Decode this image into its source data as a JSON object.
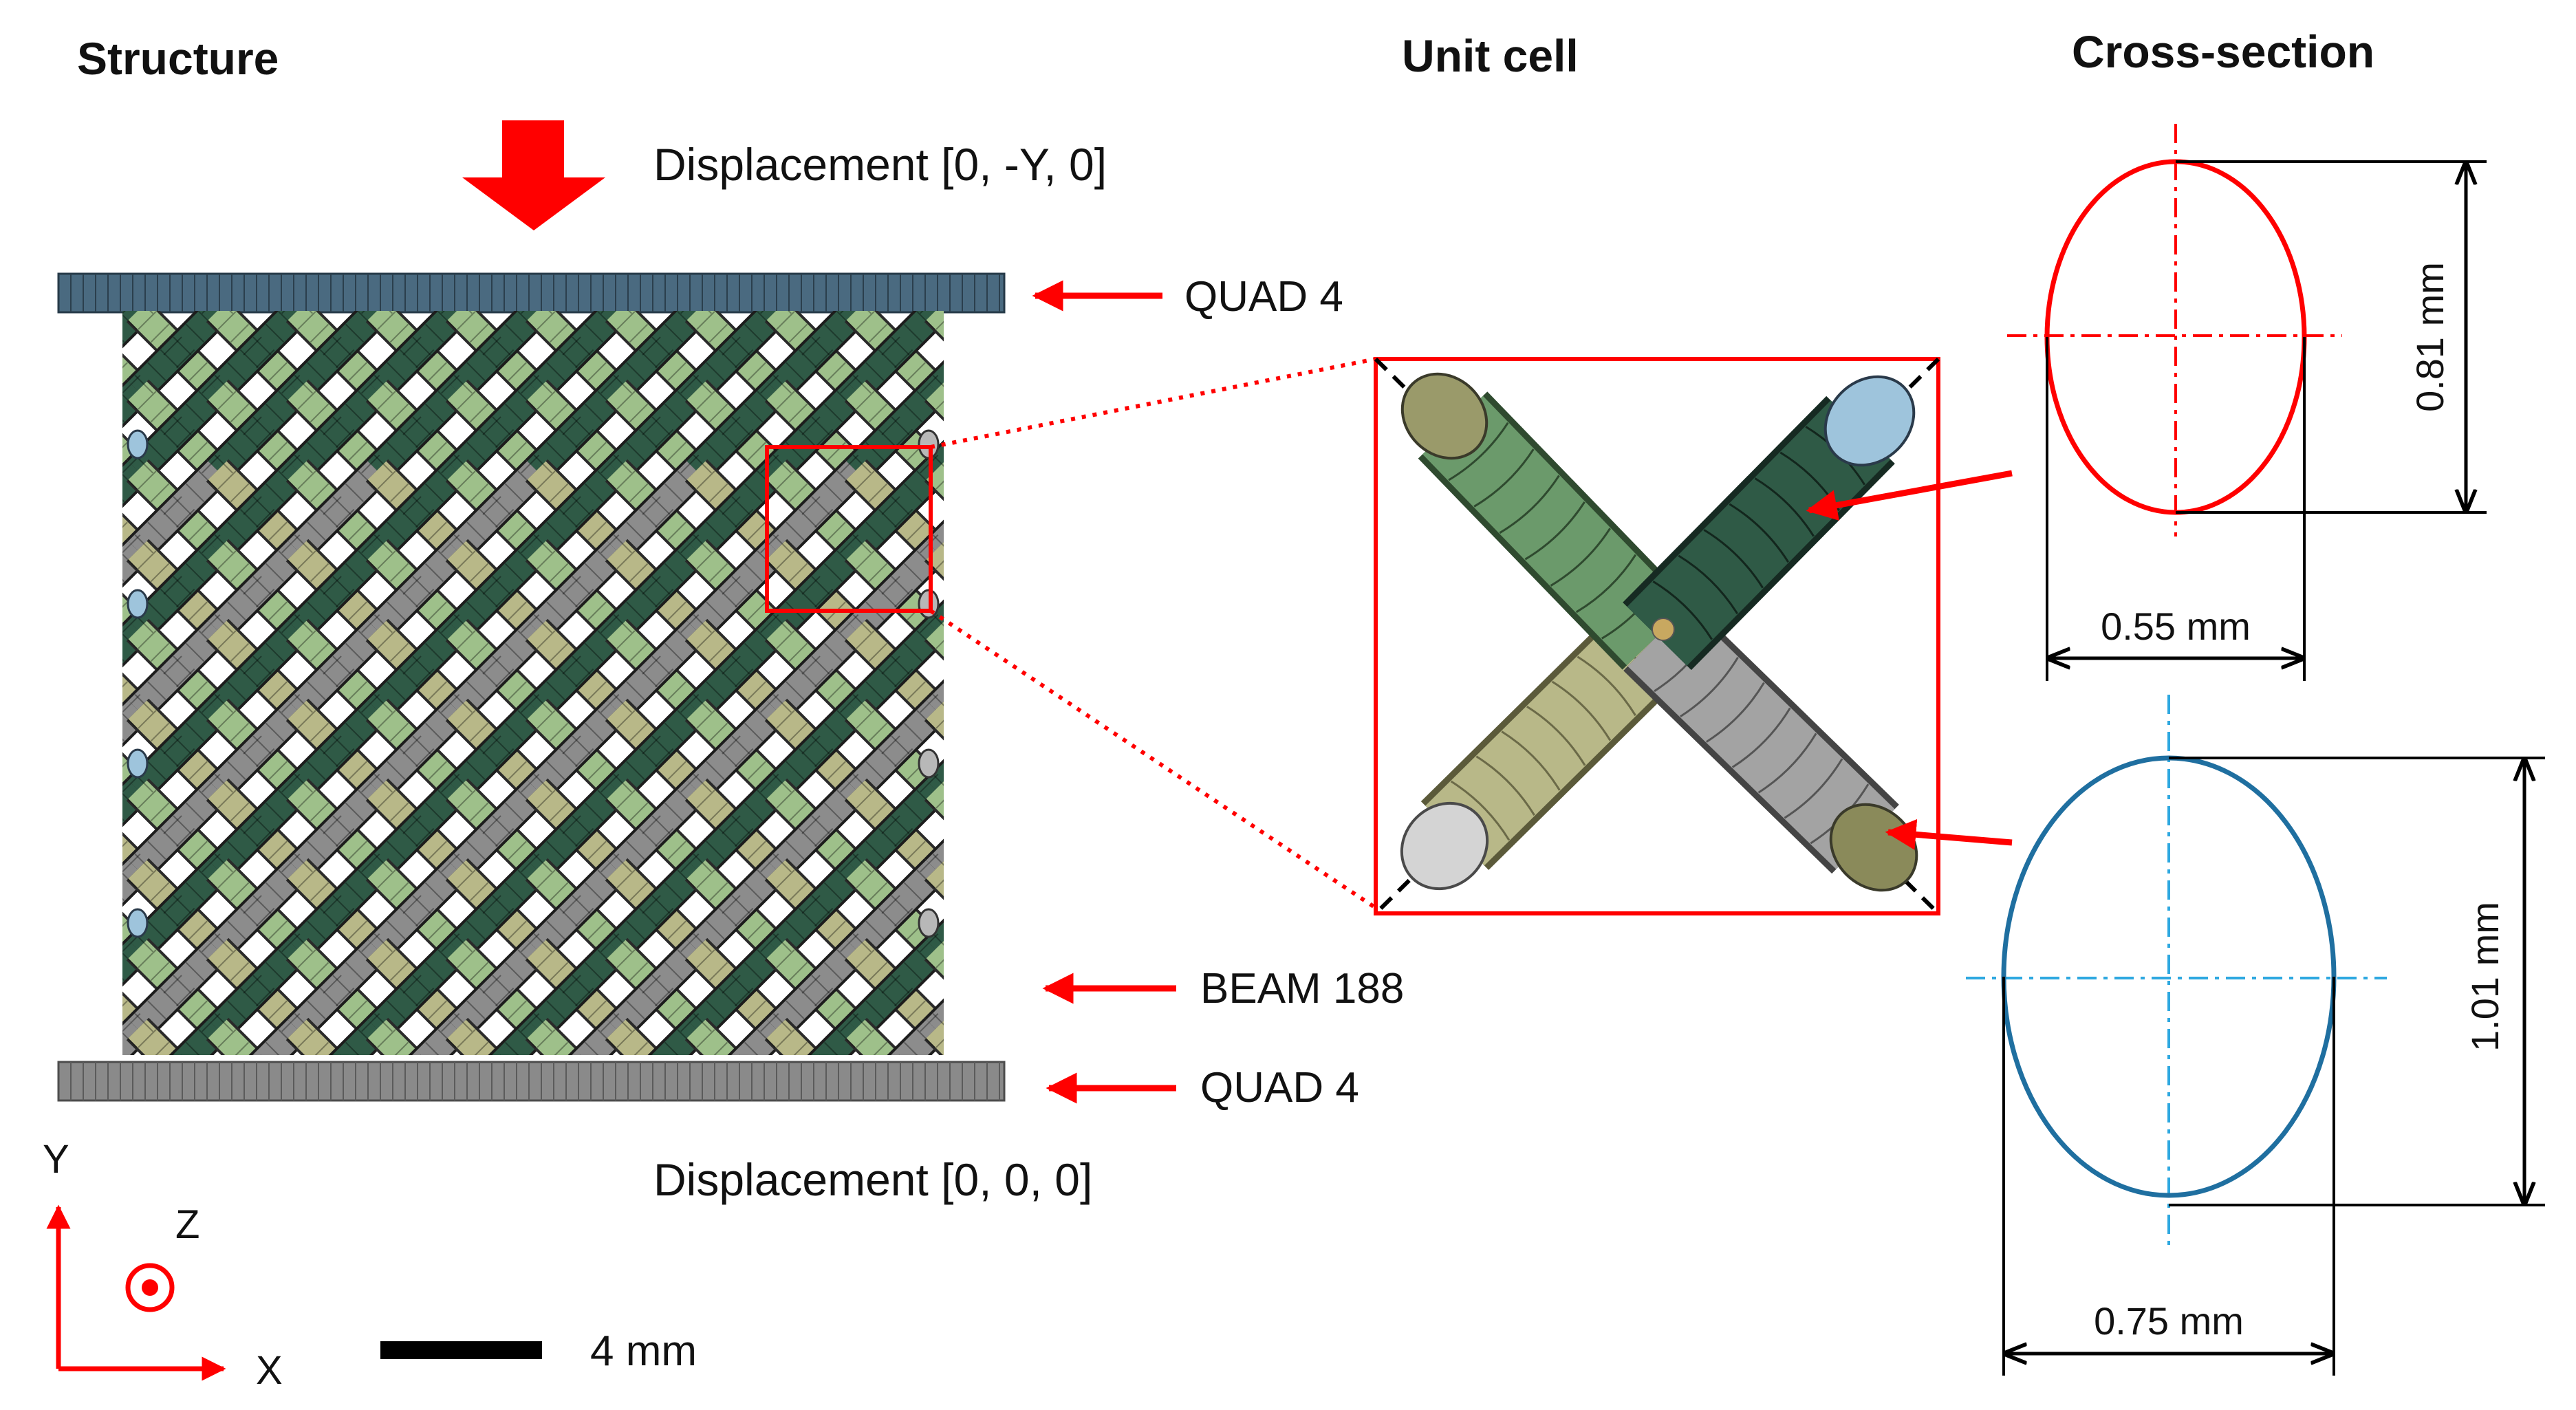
{
  "headings": {
    "structure": "Structure",
    "unit_cell": "Unit cell",
    "cross_section": "Cross-section"
  },
  "labels": {
    "displacement_top": "Displacement [0, -Y, 0]",
    "displacement_bottom": "Displacement [0, 0, 0]",
    "quad_top": "QUAD 4",
    "beam": "BEAM 188",
    "quad_bottom": "QUAD 4"
  },
  "axes": {
    "y": "Y",
    "z": "Z",
    "x": "X"
  },
  "scale_bar": {
    "label": "4 mm"
  },
  "cross_sections": {
    "small": {
      "height": "0.81 mm",
      "width": "0.55 mm"
    },
    "large": {
      "height": "1.01 mm",
      "width": "0.75 mm"
    }
  },
  "colors": {
    "arrow_red": "#ff0000",
    "small_section": "#ff0000",
    "large_section": "#1f6fa0",
    "large_axis": "#2ea8e0",
    "plate_top": "#4a6a80",
    "plate_bottom": "#8a8a8a",
    "strut_light_green": "#9ec08a",
    "strut_dark_green": "#2f5a46",
    "strut_olive": "#b8b888",
    "strut_gray": "#8c8c8c"
  }
}
